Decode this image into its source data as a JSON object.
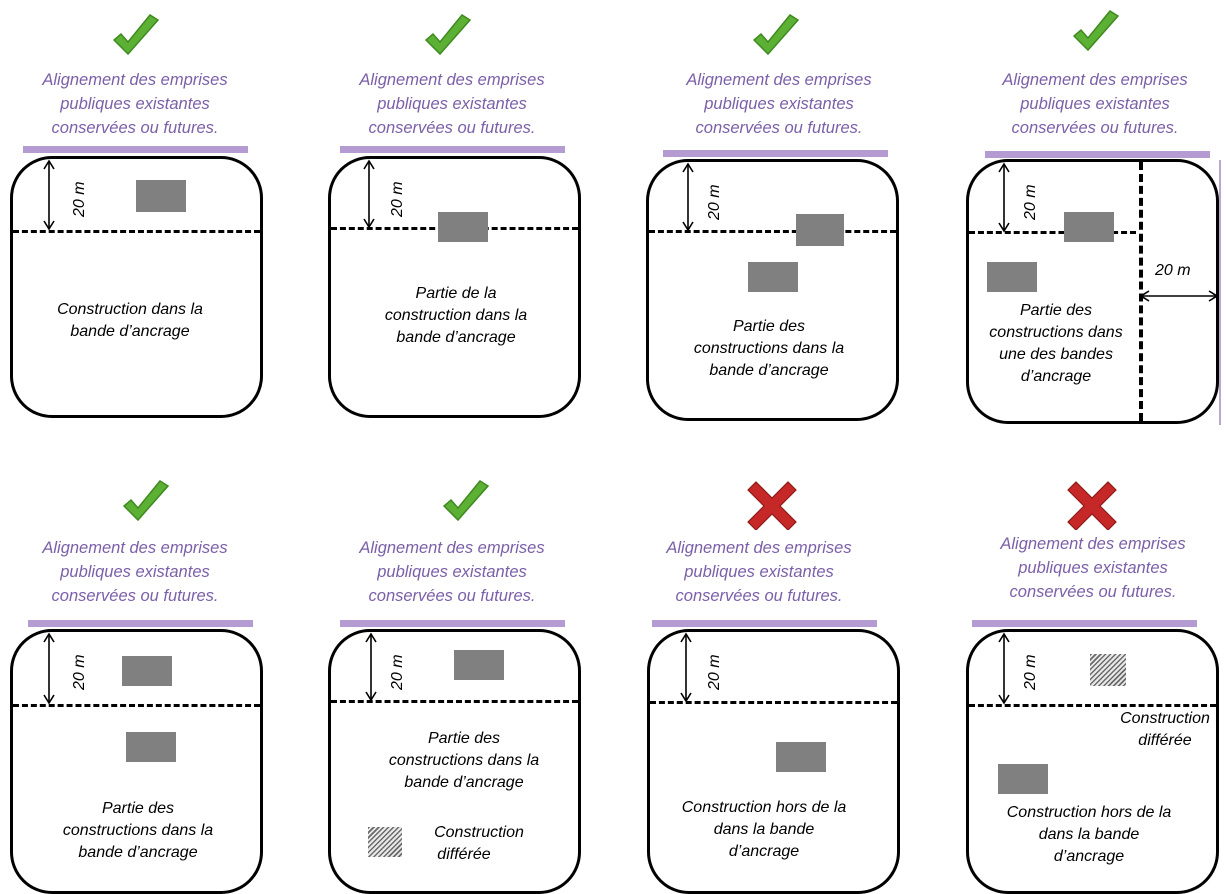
{
  "colors": {
    "alignment_text": "#7b5fa8",
    "alignment_line": "#b49cd2",
    "building": "#808080",
    "check": "#5cb033",
    "cross": "#c62828"
  },
  "alignment_label_lines": [
    "Alignement des emprises",
    "publiques existantes",
    "conservées ou futures."
  ],
  "dimension_label": "20 m",
  "panels": [
    {
      "status": "check-icon",
      "caption": [
        "Construction dans la",
        "bande d’ancrage"
      ]
    },
    {
      "status": "check-icon",
      "caption": [
        "Partie de la",
        "construction dans la",
        "bande d’ancrage"
      ]
    },
    {
      "status": "check-icon",
      "caption": [
        "Partie des",
        "constructions dans la",
        "bande d’ancrage"
      ]
    },
    {
      "status": "check-icon",
      "caption": [
        "Partie des",
        "constructions dans",
        "une des bandes",
        "d’ancrage"
      ]
    },
    {
      "status": "check-icon",
      "caption": [
        "Partie des",
        "constructions dans la",
        "bande d’ancrage"
      ]
    },
    {
      "status": "check-icon",
      "caption": [
        "Partie des",
        "constructions dans la",
        "bande d’ancrage"
      ],
      "caption2": [
        "Construction",
        "différée"
      ]
    },
    {
      "status": "cross-icon",
      "caption": [
        "Construction hors de la",
        "dans la bande",
        "d’ancrage"
      ]
    },
    {
      "status": "cross-icon",
      "caption": [
        "Construction hors de la",
        "dans la bande",
        "d’ancrage"
      ],
      "caption2": [
        "Construction",
        "différée"
      ]
    }
  ]
}
